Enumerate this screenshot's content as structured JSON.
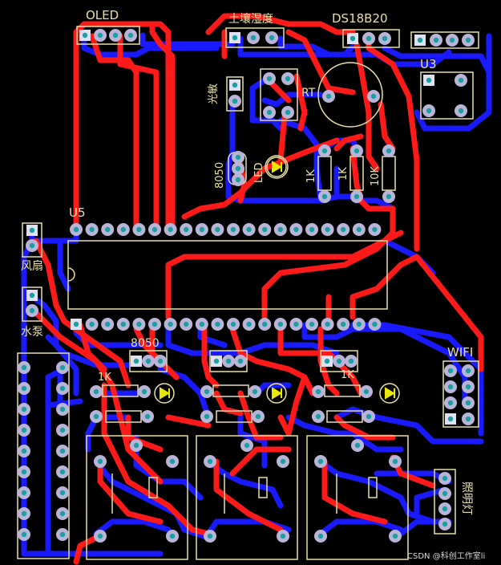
{
  "board": {
    "colors": {
      "background": "#000000",
      "top_trace": "#ff1a1a",
      "bottom_trace": "#1a1aff",
      "silkscreen": "#e8e0a8",
      "pad": "#b9b4d8",
      "pad_hole": "#1aa0a0",
      "square_pad": "#e0e0f0",
      "led": "#e8e800"
    },
    "labels": {
      "oled": "OLED",
      "soil": "土壤湿度",
      "ds18b20": "DS18B20",
      "u3": "U3",
      "light": "光敏",
      "rt": "RT",
      "q8050_top": "8050",
      "led": "LED",
      "r1": "1K",
      "r2": "1K",
      "r3": "10K",
      "u5": "U5",
      "fan": "风扇",
      "pump": "水泵",
      "q8050_mid": "8050",
      "r4": "1K",
      "r5": "1K",
      "wifi": "WIFI",
      "lamp": "照明灯",
      "watermark": "CSDN @科创工作室li"
    }
  }
}
